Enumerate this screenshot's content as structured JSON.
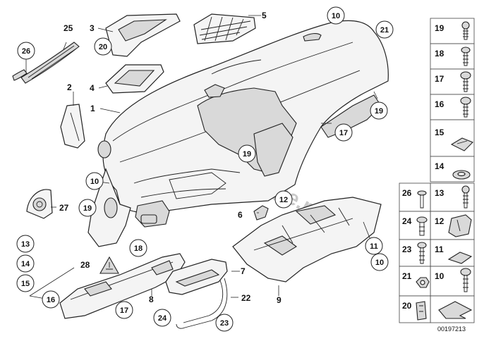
{
  "watermark": "www.BMW-Scope.ru",
  "diagram_number": "00197213",
  "callouts": [
    "1",
    "2",
    "3",
    "4",
    "5",
    "6",
    "7",
    "8",
    "9",
    "10",
    "10",
    "10",
    "11",
    "12",
    "13",
    "14",
    "15",
    "16",
    "17",
    "17",
    "19",
    "19",
    "19",
    "20",
    "21",
    "22",
    "23",
    "24",
    "25",
    "26",
    "27",
    "28"
  ],
  "side_parts": [
    {
      "number": "19",
      "icon": "screw-icon"
    },
    {
      "number": "18",
      "icon": "screw-icon"
    },
    {
      "number": "17",
      "icon": "screw-icon"
    },
    {
      "number": "16",
      "icon": "screw-icon"
    },
    {
      "number": "15",
      "icon": "clip-nut-icon"
    },
    {
      "number": "14",
      "icon": "grommet-icon"
    },
    {
      "number": "26",
      "icon": "expansion-rivet-icon"
    },
    {
      "number": "13",
      "icon": "screw-icon"
    },
    {
      "number": "24",
      "icon": "expansion-rivet-icon"
    },
    {
      "number": "12",
      "icon": "bracket-icon"
    },
    {
      "number": "23",
      "icon": "screw-icon"
    },
    {
      "number": "11",
      "icon": "clip-nut-icon"
    },
    {
      "number": "21",
      "icon": "hex-nut-icon"
    },
    {
      "number": "10",
      "icon": "screw-icon"
    },
    {
      "number": "20",
      "icon": "clip-icon"
    },
    {
      "number": "",
      "icon": "arrow-icon"
    }
  ]
}
